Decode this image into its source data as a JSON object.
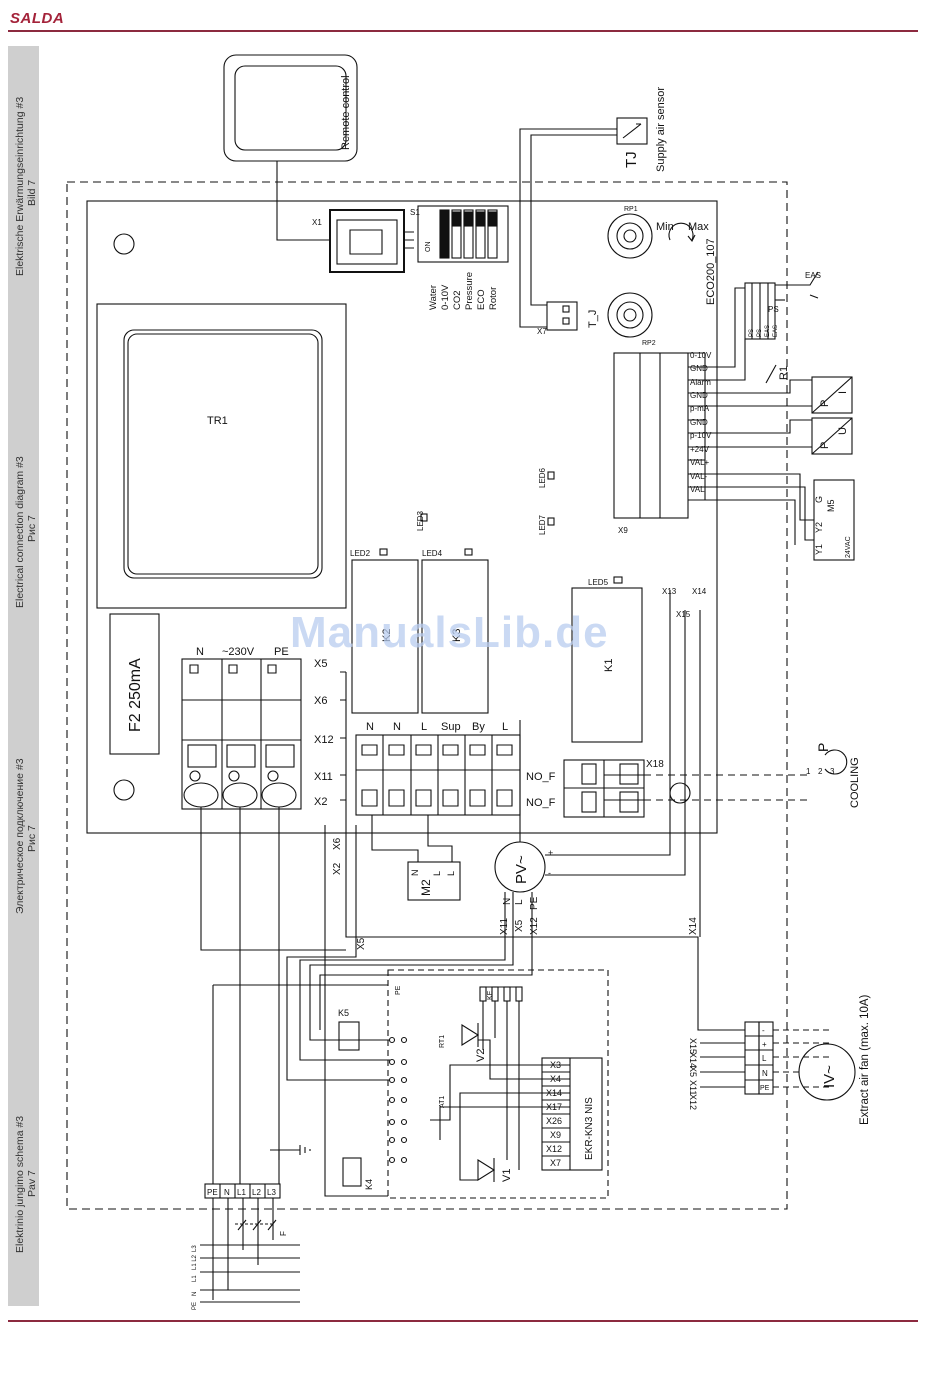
{
  "brand": "SALDA",
  "sidebar_labels": [
    {
      "line1": "Elektrische Erwärmungseinrichtung #3",
      "line2": "Bild 7"
    },
    {
      "line1": "Electrical connection diagram #3",
      "line2": "Рис 7"
    },
    {
      "line1": "Электрическое подключение #3",
      "line2": "Рис 7"
    },
    {
      "line1": "Elektrinio jungimo schema #3",
      "line2": "Pav 7"
    }
  ],
  "watermark": "ManualsLib.de",
  "labels": {
    "remote_control": "Remote control",
    "supply_air_sensor": "Supply air sensor",
    "tj_small": "TJ",
    "x1": "X1",
    "s1": "S1",
    "dip_on": "ON",
    "dip_options": [
      "Water",
      "0-10V",
      "CO2",
      "Pressure",
      "ECO",
      "Rotor"
    ],
    "rp1": "RP1",
    "rp2": "RP2",
    "min": "Min",
    "max": "Max",
    "board": "ECO200_107",
    "x7": "X7",
    "t_j": "T_J",
    "tr1": "TR1",
    "f2": "F2  250mA",
    "led2": "LED2",
    "led3": "LED3",
    "led4": "LED4",
    "led5": "LED5",
    "led6": "LED6",
    "led7": "LED7",
    "k2": "K2",
    "k3": "K3",
    "k1": "K1",
    "x9": "X9",
    "x9_terminals": [
      "0-10V",
      "GND",
      "Alarm",
      "GND",
      "p-mA",
      "GND",
      "p-10V",
      "+24V",
      "VAL+",
      "VAL-",
      "VAL"
    ],
    "x13": "X13",
    "x14": "X14",
    "x15": "X15",
    "x18": "X18",
    "no_f1": "NO_F",
    "no_f2": "NO_F",
    "cooling": "COOLING",
    "power_terminals": [
      "N",
      "~230V",
      "PE"
    ],
    "x_left": [
      "X5",
      "X6",
      "X12",
      "X11",
      "X2"
    ],
    "relay_terminals": [
      "N",
      "N",
      "L",
      "Sup",
      "By",
      "L"
    ],
    "m2": "M2",
    "m2_pins": [
      "N",
      "L",
      "L"
    ],
    "pv": "PV~",
    "pv_plus": "+",
    "pv_minus": "-",
    "pv_terms": [
      "N",
      "L",
      "PE"
    ],
    "pv_x": [
      "X11",
      "X5",
      "X12"
    ],
    "x6v": "X6",
    "x2v": "X2",
    "x5v": "X5",
    "x14v": "X14",
    "eas": "EAS",
    "ps": "PS",
    "ps_pins": [
      "PS",
      "PS",
      "EAS",
      "EAS"
    ],
    "r1": "R1",
    "sensor_p": "P",
    "sensor_i": "I",
    "sensor_u": "U",
    "m5": "M5",
    "m5_pins": [
      "Y1",
      "Y2",
      "G"
    ],
    "vac24": "24VAC",
    "pe": "PE",
    "k5": "K5",
    "k4": "K4",
    "ke": "KE",
    "v1": "V1",
    "v2": "V2",
    "rt1": "RT1",
    "at1": "AT1",
    "ekr": "EKR-KN3  NIS",
    "ekr_terminals": [
      "X3",
      "X4",
      "X14",
      "X17",
      "X26",
      "X9",
      "X12",
      "X7"
    ],
    "mains_terminals": [
      "PE",
      "N",
      "L1",
      "L2",
      "L3"
    ],
    "mains_lines": [
      "L3",
      "L1 L2",
      "L1",
      "N",
      "PE"
    ],
    "f": "F",
    "fan_terms": [
      "X15",
      "X14",
      "X5",
      "X11",
      "X12"
    ],
    "fan_pins": [
      "-",
      "+",
      "L",
      "N",
      "PE"
    ],
    "iv": "IV~",
    "extract_fan": "Extract air fan (max. 10A)",
    "cooling_p": "P",
    "cooling_pins": [
      "1",
      "2",
      "3"
    ]
  }
}
